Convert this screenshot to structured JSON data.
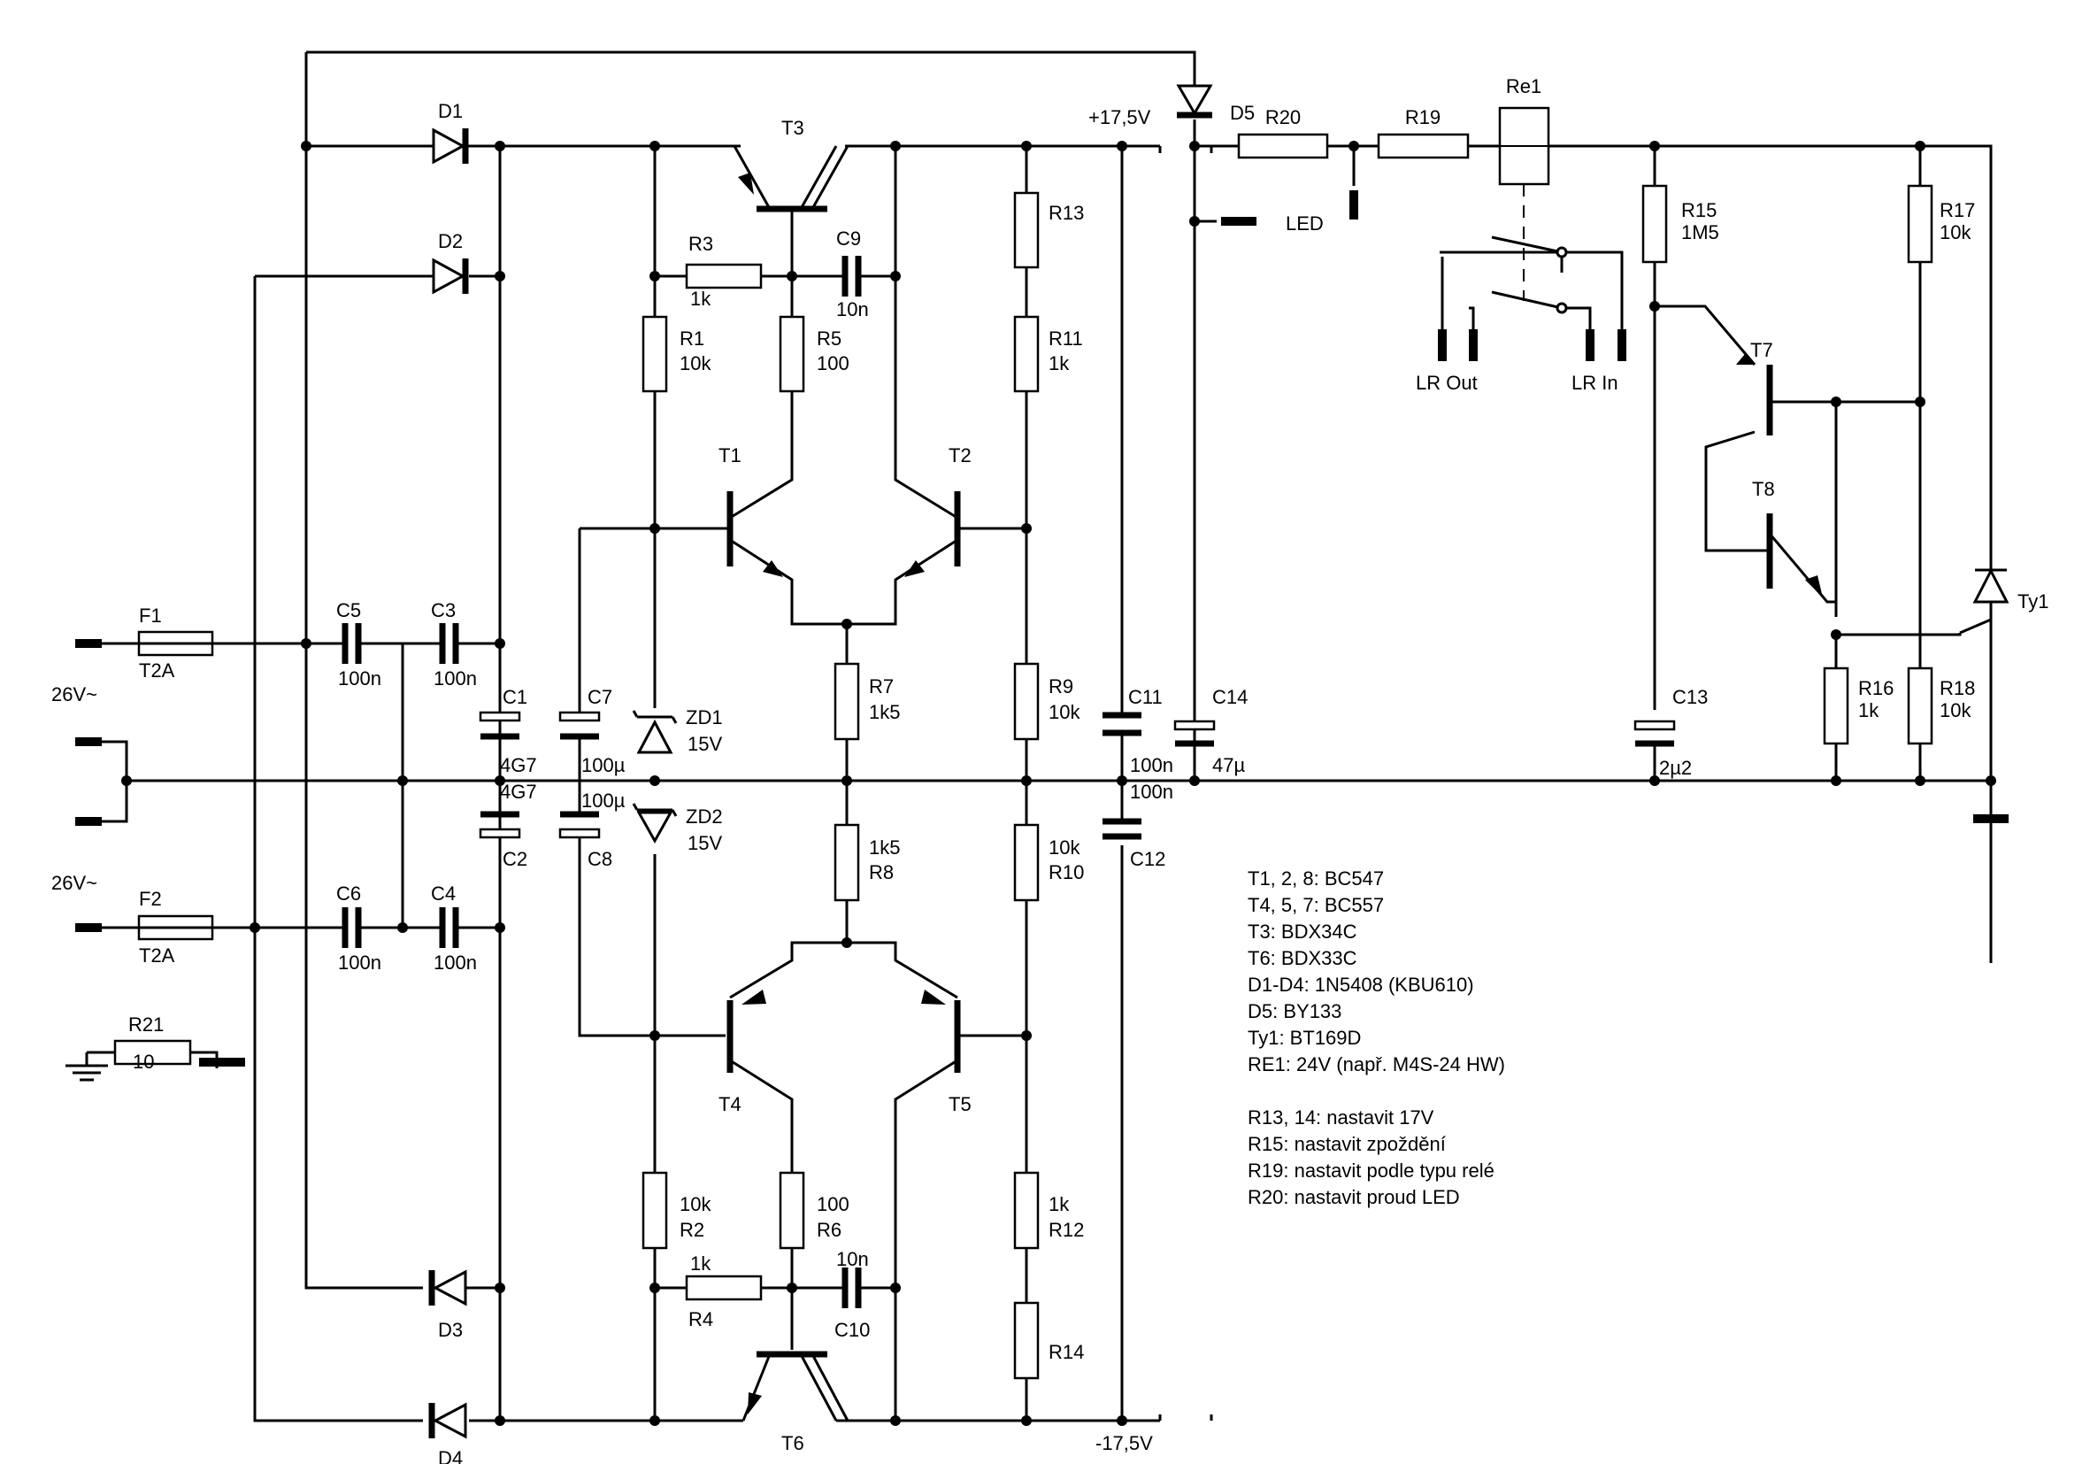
{
  "power_labels": {
    "v_pos": "+17,5V",
    "v_neg": "-17,5V",
    "ac1": "26V~",
    "ac2": "26V~",
    "led": "LED",
    "lr_out": "LR Out",
    "lr_in": "LR In"
  },
  "components": {
    "F1": {
      "name": "F1",
      "value": "T2A"
    },
    "F2": {
      "name": "F2",
      "value": "T2A"
    },
    "R21": {
      "name": "R21",
      "value": "10"
    },
    "D1": {
      "name": "D1"
    },
    "D2": {
      "name": "D2"
    },
    "D3": {
      "name": "D3"
    },
    "D4": {
      "name": "D4"
    },
    "D5": {
      "name": "D5"
    },
    "C1": {
      "name": "C1",
      "value": "4G7"
    },
    "C2": {
      "name": "C2",
      "value": "4G7"
    },
    "C3": {
      "name": "C3",
      "value": "100n"
    },
    "C4": {
      "name": "C4",
      "value": "100n"
    },
    "C5": {
      "name": "C5",
      "value": "100n"
    },
    "C6": {
      "name": "C6",
      "value": "100n"
    },
    "C7": {
      "name": "C7",
      "value": "100µ"
    },
    "C8": {
      "name": "C8",
      "value": "100µ"
    },
    "C9": {
      "name": "C9",
      "value": "10n"
    },
    "C10": {
      "name": "C10",
      "value": "10n"
    },
    "C11": {
      "name": "C11",
      "value": "100n"
    },
    "C12": {
      "name": "C12",
      "value": "100n"
    },
    "C13": {
      "name": "C13",
      "value": "2µ2"
    },
    "C14": {
      "name": "C14",
      "value": "47µ"
    },
    "ZD1": {
      "name": "ZD1",
      "value": "15V"
    },
    "ZD2": {
      "name": "ZD2",
      "value": "15V"
    },
    "R1": {
      "name": "R1",
      "value": "10k"
    },
    "R2": {
      "name": "R2",
      "value": "10k"
    },
    "R3": {
      "name": "R3",
      "value": "1k"
    },
    "R4": {
      "name": "R4",
      "value": "1k"
    },
    "R5": {
      "name": "R5",
      "value": "100"
    },
    "R6": {
      "name": "R6",
      "value": "100"
    },
    "R7": {
      "name": "R7",
      "value": "1k5"
    },
    "R8": {
      "name": "R8",
      "value": "1k5"
    },
    "R9": {
      "name": "R9",
      "value": "10k"
    },
    "R10": {
      "name": "R10",
      "value": "10k"
    },
    "R11": {
      "name": "R11",
      "value": "1k"
    },
    "R12": {
      "name": "R12",
      "value": "1k"
    },
    "R13": {
      "name": "R13"
    },
    "R14": {
      "name": "R14"
    },
    "R15": {
      "name": "R15",
      "value": "1M5"
    },
    "R16": {
      "name": "R16",
      "value": "1k"
    },
    "R17": {
      "name": "R17",
      "value": "10k"
    },
    "R18": {
      "name": "R18",
      "value": "10k"
    },
    "R19": {
      "name": "R19"
    },
    "R20": {
      "name": "R20"
    },
    "T1": {
      "name": "T1"
    },
    "T2": {
      "name": "T2"
    },
    "T3": {
      "name": "T3"
    },
    "T4": {
      "name": "T4"
    },
    "T5": {
      "name": "T5"
    },
    "T6": {
      "name": "T6"
    },
    "T7": {
      "name": "T7"
    },
    "T8": {
      "name": "T8"
    },
    "Ty1": {
      "name": "Ty1"
    },
    "Re1": {
      "name": "Re1"
    }
  },
  "notes": [
    "T1, 2, 8: BC547",
    "T4, 5, 7: BC557",
    "T3: BDX34C",
    "T6: BDX33C",
    "D1-D4: 1N5408 (KBU610)",
    "D5: BY133",
    "Ty1: BT169D",
    "RE1: 24V (např. M4S-24 HW)",
    "",
    "R13, 14: nastavit 17V",
    "R15: nastavit zpoždění",
    "R19: nastavit podle typu relé",
    "R20: nastavit proud LED"
  ]
}
